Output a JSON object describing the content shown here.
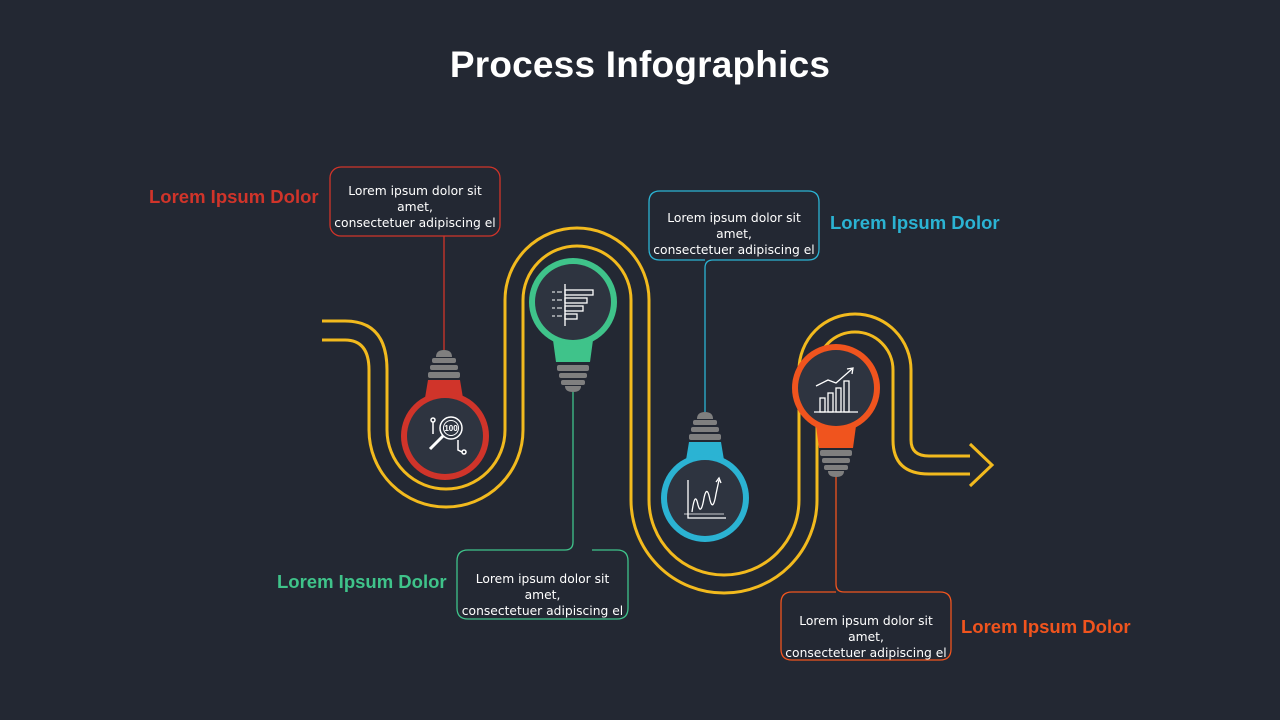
{
  "title": "Process Infographics",
  "colors": {
    "background": "#232833",
    "road": "#F2BA1E",
    "step1": "#D0342A",
    "step2": "#3FC38A",
    "step3": "#2BB3D3",
    "step4": "#F0541E",
    "bulb_base": "#7F7F7F",
    "text": "#FFFFFF"
  },
  "steps": [
    {
      "heading": "Lorem Ipsum Dolor",
      "text_line1": "Lorem ipsum dolor sit amet,",
      "text_line2": "consectetuer adipiscing el",
      "icon": "magnifier-100-icon"
    },
    {
      "heading": "Lorem Ipsum Dolor",
      "text_line1": "Lorem ipsum dolor sit amet,",
      "text_line2": "consectetuer adipiscing el",
      "icon": "horizontal-bar-chart-icon"
    },
    {
      "heading": "Lorem Ipsum Dolor",
      "text_line1": "Lorem ipsum dolor sit amet,",
      "text_line2": "consectetuer adipiscing el",
      "icon": "wave-line-chart-icon"
    },
    {
      "heading": "Lorem Ipsum Dolor",
      "text_line1": "Lorem ipsum dolor sit amet,",
      "text_line2": "consectetuer adipiscing el",
      "icon": "growth-bar-chart-icon"
    }
  ]
}
